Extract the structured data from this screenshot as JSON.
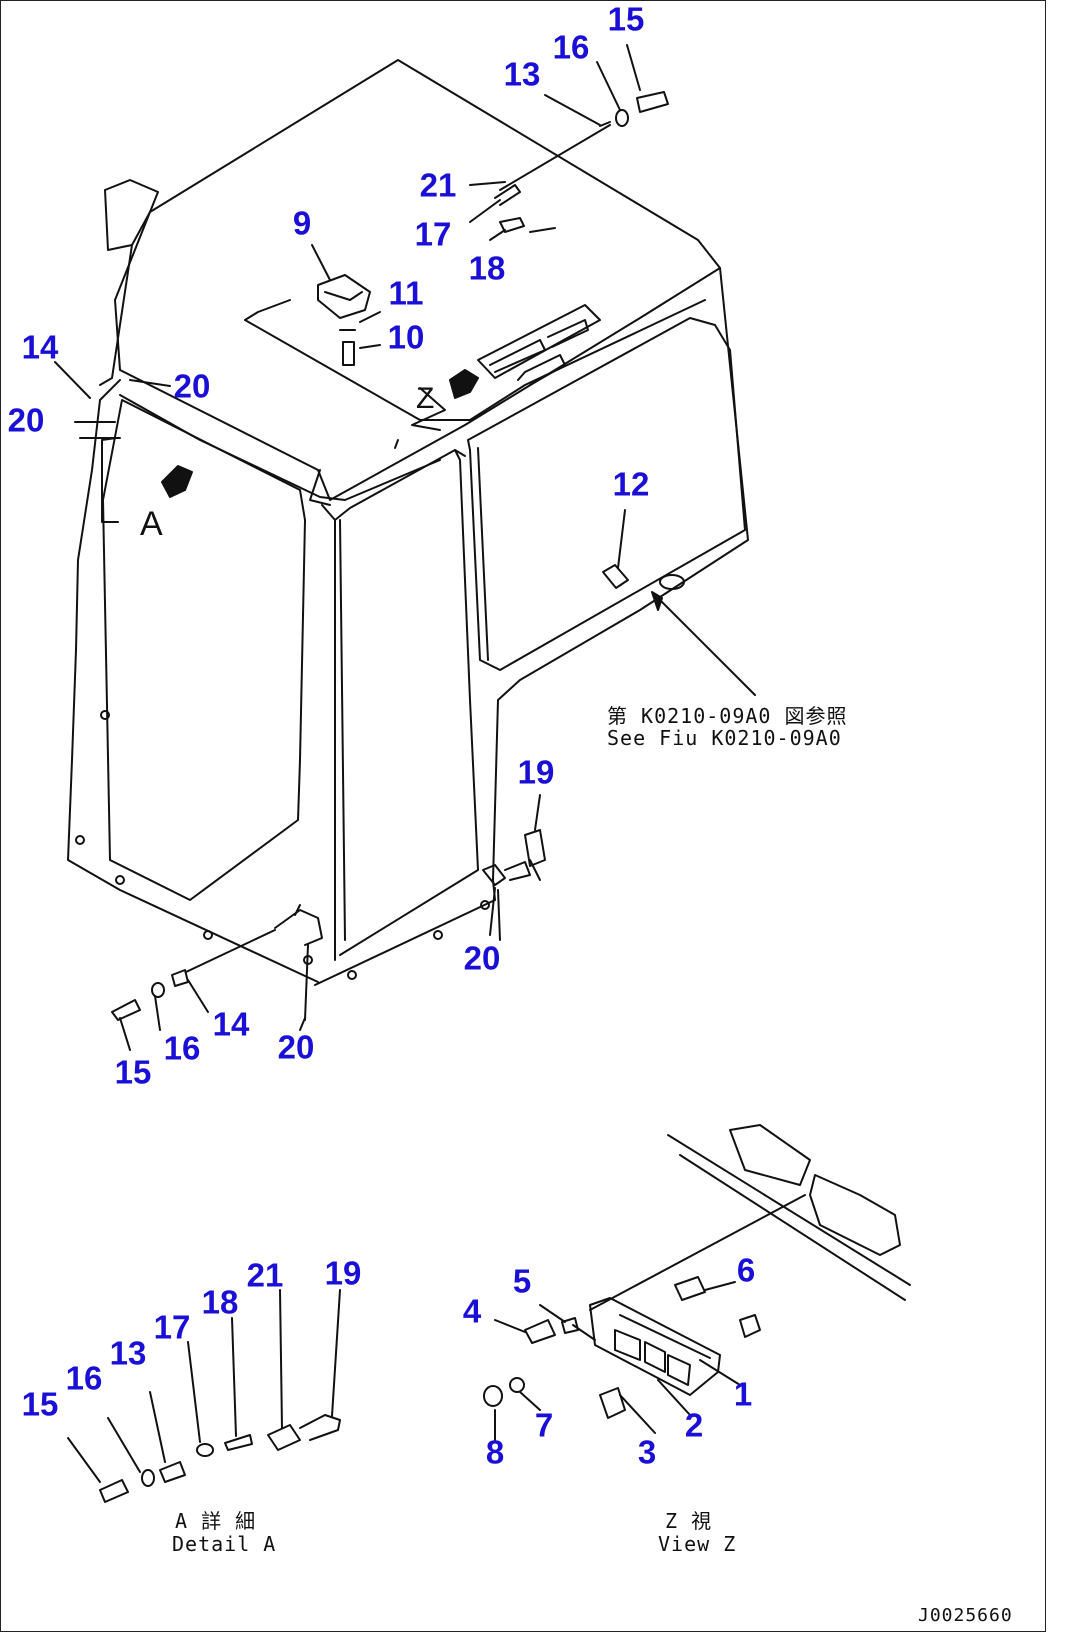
{
  "colors": {
    "callout": "#1a0fd6",
    "line": "#111111"
  },
  "callouts": [
    {
      "id": "c15a",
      "text": "15"
    },
    {
      "id": "c16a",
      "text": "16"
    },
    {
      "id": "c13a",
      "text": "13"
    },
    {
      "id": "c21a",
      "text": "21"
    },
    {
      "id": "c17a",
      "text": "17"
    },
    {
      "id": "c18a",
      "text": "18"
    },
    {
      "id": "c9",
      "text": "9"
    },
    {
      "id": "c11",
      "text": "11"
    },
    {
      "id": "c10",
      "text": "10"
    },
    {
      "id": "c14a",
      "text": "14"
    },
    {
      "id": "c20a",
      "text": "20"
    },
    {
      "id": "c20b",
      "text": "20"
    },
    {
      "id": "c12",
      "text": "12"
    },
    {
      "id": "c19a",
      "text": "19"
    },
    {
      "id": "c20c",
      "text": "20"
    },
    {
      "id": "c14b",
      "text": "14"
    },
    {
      "id": "c16b",
      "text": "16"
    },
    {
      "id": "c15b",
      "text": "15"
    },
    {
      "id": "c20d",
      "text": "20"
    },
    {
      "id": "c21b",
      "text": "21"
    },
    {
      "id": "c19b",
      "text": "19"
    },
    {
      "id": "c18b",
      "text": "18"
    },
    {
      "id": "c17b",
      "text": "17"
    },
    {
      "id": "c13b",
      "text": "13"
    },
    {
      "id": "c16c",
      "text": "16"
    },
    {
      "id": "c15c",
      "text": "15"
    },
    {
      "id": "c5",
      "text": "5"
    },
    {
      "id": "c6",
      "text": "6"
    },
    {
      "id": "c4",
      "text": "4"
    },
    {
      "id": "c1",
      "text": "1"
    },
    {
      "id": "c7",
      "text": "7"
    },
    {
      "id": "c2",
      "text": "2"
    },
    {
      "id": "c8",
      "text": "8"
    },
    {
      "id": "c3",
      "text": "3"
    }
  ],
  "reference_note": {
    "line1": "第 K0210-09A0 図参照",
    "line2": "See Fiu K0210-09A0"
  },
  "view_letters": {
    "a": "A",
    "z": "Z"
  },
  "captions": {
    "detail_a_jp": "A 詳 細",
    "detail_a_en": "Detail A",
    "view_z_jp": "Z 視",
    "view_z_en": "View Z"
  },
  "drawing_number": "J0025660"
}
